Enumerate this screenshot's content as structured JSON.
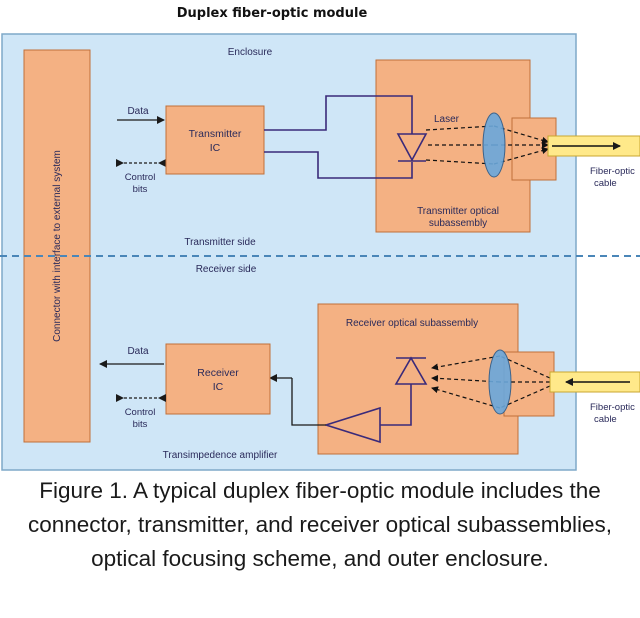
{
  "title": "Duplex fiber-optic module",
  "labels": {
    "enclosure": "Enclosure",
    "connector": "Connector with interface to external system",
    "tx_data": "Data",
    "tx_control_1": "Control",
    "tx_control_2": "bits",
    "transmitter_1": "Transmitter",
    "transmitter_2": "IC",
    "laser": "Laser",
    "tosa_1": "Transmitter optical",
    "tosa_2": "subassembly",
    "tx_fiber_1": "Fiber-optic",
    "tx_fiber_2": "cable",
    "transmitter_side": "Transmitter side",
    "receiver_side": "Receiver side",
    "rosa": "Receiver optical subassembly",
    "rx_data": "Data",
    "rx_control_1": "Control",
    "rx_control_2": "bits",
    "receiver_1": "Receiver",
    "receiver_2": "IC",
    "rx_fiber_1": "Fiber-optic",
    "rx_fiber_2": "cable",
    "tia": "Transimpedence amplifier"
  },
  "caption": "Figure 1. A typical duplex fiber-optic module includes the connector, transmitter, and receiver optical subassemblies, optical focusing scheme, and outer enclosure.",
  "colors": {
    "enclosure_fill": "#cfe6f7",
    "enclosure_stroke": "#7fa8c8",
    "block_fill": "#f4b183",
    "block_stroke": "#c0703a",
    "lens_fill": "#6aa8dc",
    "fiber_fill": "#ffe98a",
    "signal_line": "#3a2a7a",
    "divider": "#4a86b8"
  }
}
